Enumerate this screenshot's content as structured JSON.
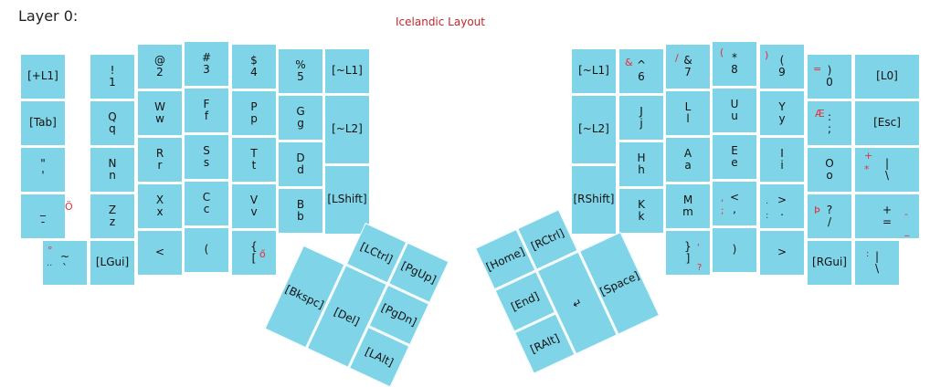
{
  "title": "Layer 0:",
  "subtitle": "Icelandic Layout",
  "left": {
    "row1": {
      "k0": "[+L1]",
      "k1_top": "!",
      "k1_bot": "1",
      "k2_top": "@",
      "k2_bot": "2",
      "k3_top": "#",
      "k3_bot": "3",
      "k4_top": "$",
      "k4_bot": "4",
      "k5_top": "%",
      "k5_bot": "5",
      "k6": "[~L1]"
    },
    "row2": {
      "k0": "[Tab]",
      "k1_top": "Q",
      "k1_bot": "q",
      "k2_top": "W",
      "k2_bot": "w",
      "k3_top": "F",
      "k3_bot": "f",
      "k4_top": "P",
      "k4_bot": "p",
      "k5_top": "G",
      "k5_bot": "g",
      "k6": "[~L2]"
    },
    "row3": {
      "k0_top": "\"",
      "k0_bot": "'",
      "k1_top": "N",
      "k1_bot": "n",
      "k2_top": "R",
      "k2_bot": "r",
      "k3_top": "S",
      "k3_bot": "s",
      "k4_top": "T",
      "k4_bot": "t",
      "k5_top": "D",
      "k5_bot": "d"
    },
    "row4": {
      "k0_top": "_",
      "k0_bot": "-",
      "k0_red": "Ö",
      "k1_top": "Z",
      "k1_bot": "z",
      "k2_top": "X",
      "k2_bot": "x",
      "k3_top": "C",
      "k3_bot": "c",
      "k4_top": "V",
      "k4_bot": "v",
      "k5_top": "B",
      "k5_bot": "b",
      "k6": "[LShift]"
    },
    "row5": {
      "k0_top": "~",
      "k0_bot": "`",
      "k0_red": "°",
      "k0_grey": "..",
      "k1": "[LGui]",
      "k2": "<",
      "k3": "(",
      "k4_top": "{",
      "k4_bot": "[",
      "k4_red": "ő"
    }
  },
  "right": {
    "row1": {
      "k0": "[~L1]",
      "k1_top": "^",
      "k1_bot": "6",
      "k1_red": "&",
      "k2_top": "&",
      "k2_bot": "7",
      "k2_red": "/",
      "k3_top": "*",
      "k3_bot": "8",
      "k3_red": "(",
      "k4_top": "(",
      "k4_bot": "9",
      "k4_red": ")",
      "k5_top": ")",
      "k5_bot": "0",
      "k5_red": "=",
      "k6": "[L0]"
    },
    "row2": {
      "k0": "[~L2]",
      "k1_top": "J",
      "k1_bot": "j",
      "k2_top": "L",
      "k2_bot": "l",
      "k3_top": "U",
      "k3_bot": "u",
      "k4_top": "Y",
      "k4_bot": "y",
      "k5_top": ":",
      "k5_bot": ";",
      "k5_red": "Æ",
      "k6": "[Esc]"
    },
    "row3": {
      "k1_top": "H",
      "k1_bot": "h",
      "k2_top": "A",
      "k2_bot": "a",
      "k3_top": "E",
      "k3_bot": "e",
      "k4_top": "I",
      "k4_bot": "i",
      "k5_top": "O",
      "k5_bot": "o",
      "k6_top": "|",
      "k6_bot": "\\",
      "k6_red_top": "+",
      "k6_red_bot": "*"
    },
    "row4": {
      "k0": "[RShift]",
      "k1_top": "K",
      "k1_bot": "k",
      "k2_top": "M",
      "k2_bot": "m",
      "k3_top": "<",
      "k3_bot": ",",
      "k3_red_top": ",",
      "k3_red_bot": ";",
      "k4_top": ">",
      "k4_bot": ".",
      "k4_grey_top": ".",
      "k4_grey_bot": ":",
      "k5_top": "?",
      "k5_bot": "/",
      "k5_red": "Þ",
      "k6_top": "+",
      "k6_bot": "=",
      "k6_red_top": "-",
      "k6_red_bot": "_"
    },
    "row5": {
      "k0_top": "}",
      "k0_bot": "]",
      "k0_red_top": "'",
      "k0_red_bot": "?",
      "k1": ")",
      "k2": ">",
      "k3": "[RGui]",
      "k4_top": "|",
      "k4_bot": "\\",
      "k4_grey": ":"
    }
  },
  "thumb_left": {
    "lctrl": "[LCtrl]",
    "pgup": "[PgUp]",
    "bkspc": "[Bkspc]",
    "del": "[Del]",
    "pgdn": "[PgDn]",
    "lalt": "[LAlt]"
  },
  "thumb_right": {
    "home": "[Home]",
    "rctrl": "[RCtrl]",
    "end": "[End]",
    "enter": "↵",
    "space": "[Space]",
    "ralt": "[RAlt]"
  }
}
